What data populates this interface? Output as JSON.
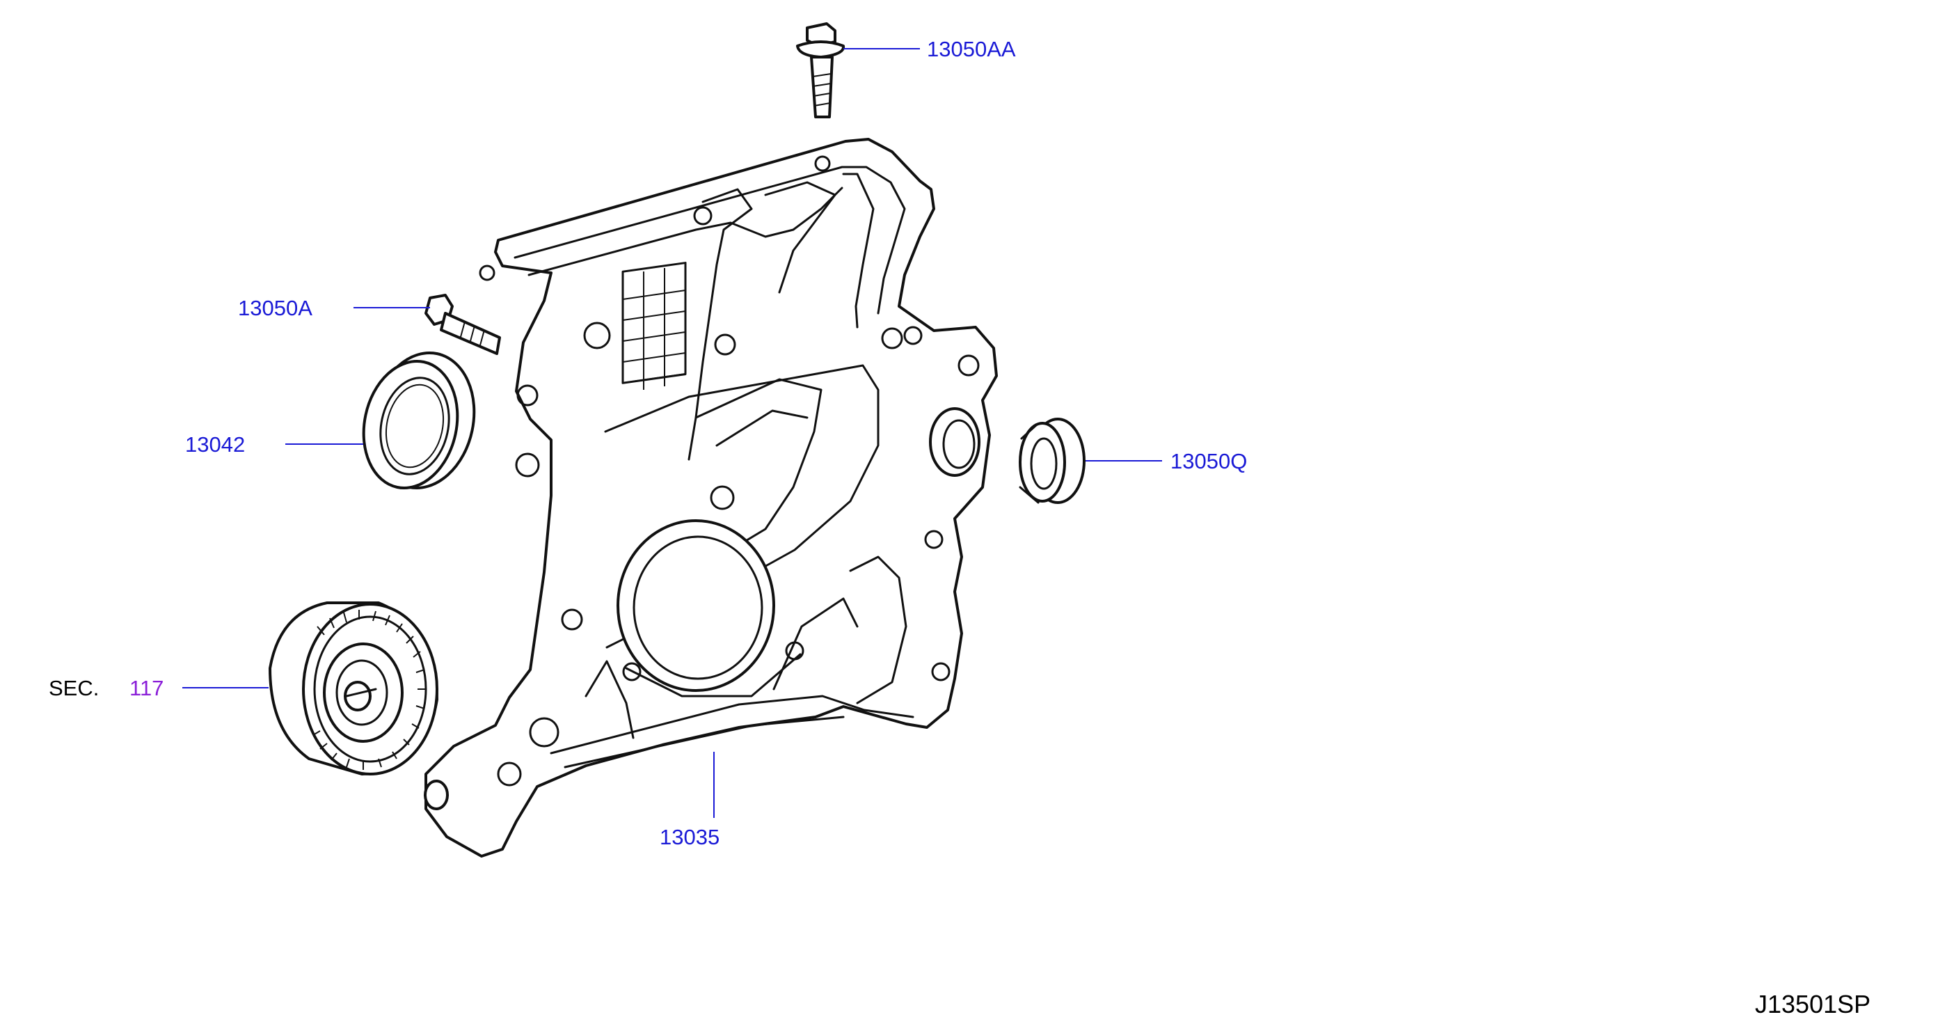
{
  "parts": [
    {
      "id": "bolt_top",
      "label": "13050AA"
    },
    {
      "id": "bolt_left",
      "label": "13050A"
    },
    {
      "id": "seal_front",
      "label": "13042"
    },
    {
      "id": "seal_small",
      "label": "13050Q"
    },
    {
      "id": "cover",
      "label": "13035"
    }
  ],
  "section_ref": {
    "prefix": "SEC.",
    "number": "117"
  },
  "diagram_code": "J13501SP",
  "colors": {
    "part_label": "#1a1ad6",
    "section_number": "#8a1ed8",
    "ink": "#111111"
  }
}
